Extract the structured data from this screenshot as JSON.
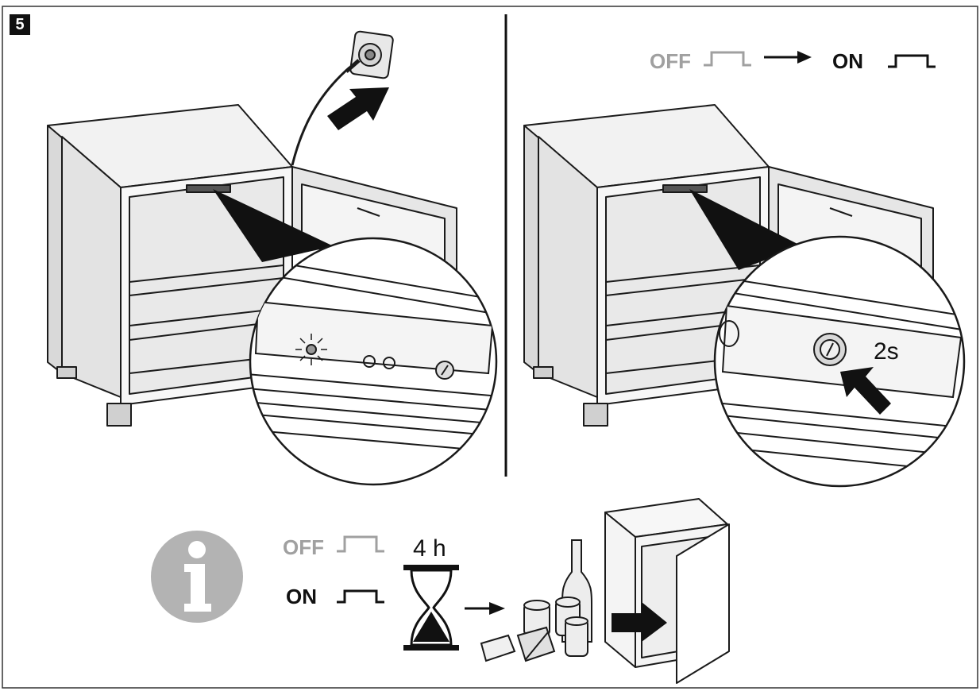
{
  "step": {
    "number": "5"
  },
  "switch_labels": {
    "off": "OFF",
    "on": "ON"
  },
  "press_duration": "2s",
  "wait_time": "4 h",
  "icons": {
    "info": "info-icon",
    "hourglass": "hourglass-icon",
    "arrow": "arrow-icon",
    "plug": "power-plug-icon",
    "switch_off": "switch-off-icon",
    "switch_on": "switch-on-icon"
  },
  "colors": {
    "line": "#1a1a1a",
    "grey_label": "#a0a0a0",
    "info_circle": "#b3b3b3"
  }
}
